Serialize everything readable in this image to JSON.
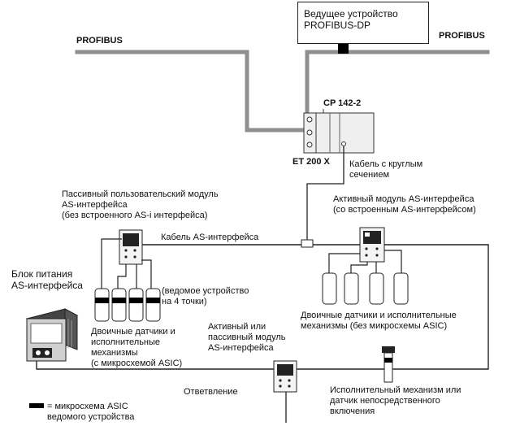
{
  "labels": {
    "profibus_left": "PROFIBUS",
    "profibus_right": "PROFIBUS",
    "master": "Ведущее устройство\nPROFIBUS-DP",
    "cp": "CP 142-2",
    "et200": "ET 200 X",
    "round_cable": "Кабель с круглым\nсечением",
    "passive_module": "Пассивный пользовательский модуль\nAS-интерфейса\n(без встроенного AS-i интерфейса)",
    "active_module": "Активный модуль AS-интерфейса\n(со встроенным AS-интерфейсом)",
    "asi_cable": "Кабель AS-интерфейса",
    "power_supply": "Блок питания\nAS-интерфейса",
    "slave_4pt": "(ведомое устройство\nна 4 точки)",
    "binary_asic": "Двоичные датчики и\nисполнительные\nмеханизмы\n(с микросхемой ASIC)",
    "binary_no_asic": "Двоичные датчики и исполнительные\nмеханизмы (без микросхемы ASIC)",
    "active_or_passive": "Активный или\nпассивный модуль\nAS-интерфейса",
    "branch": "Ответвление",
    "direct_actuator": "Исполнительный механизм или\nдатчик непосредственного\nвключения",
    "legend": "= микросхема ASIC\nведомого устройства"
  },
  "colors": {
    "profibus_line": "#8f8f8f",
    "device_fill": "#efefef",
    "asic_black": "#000000"
  }
}
